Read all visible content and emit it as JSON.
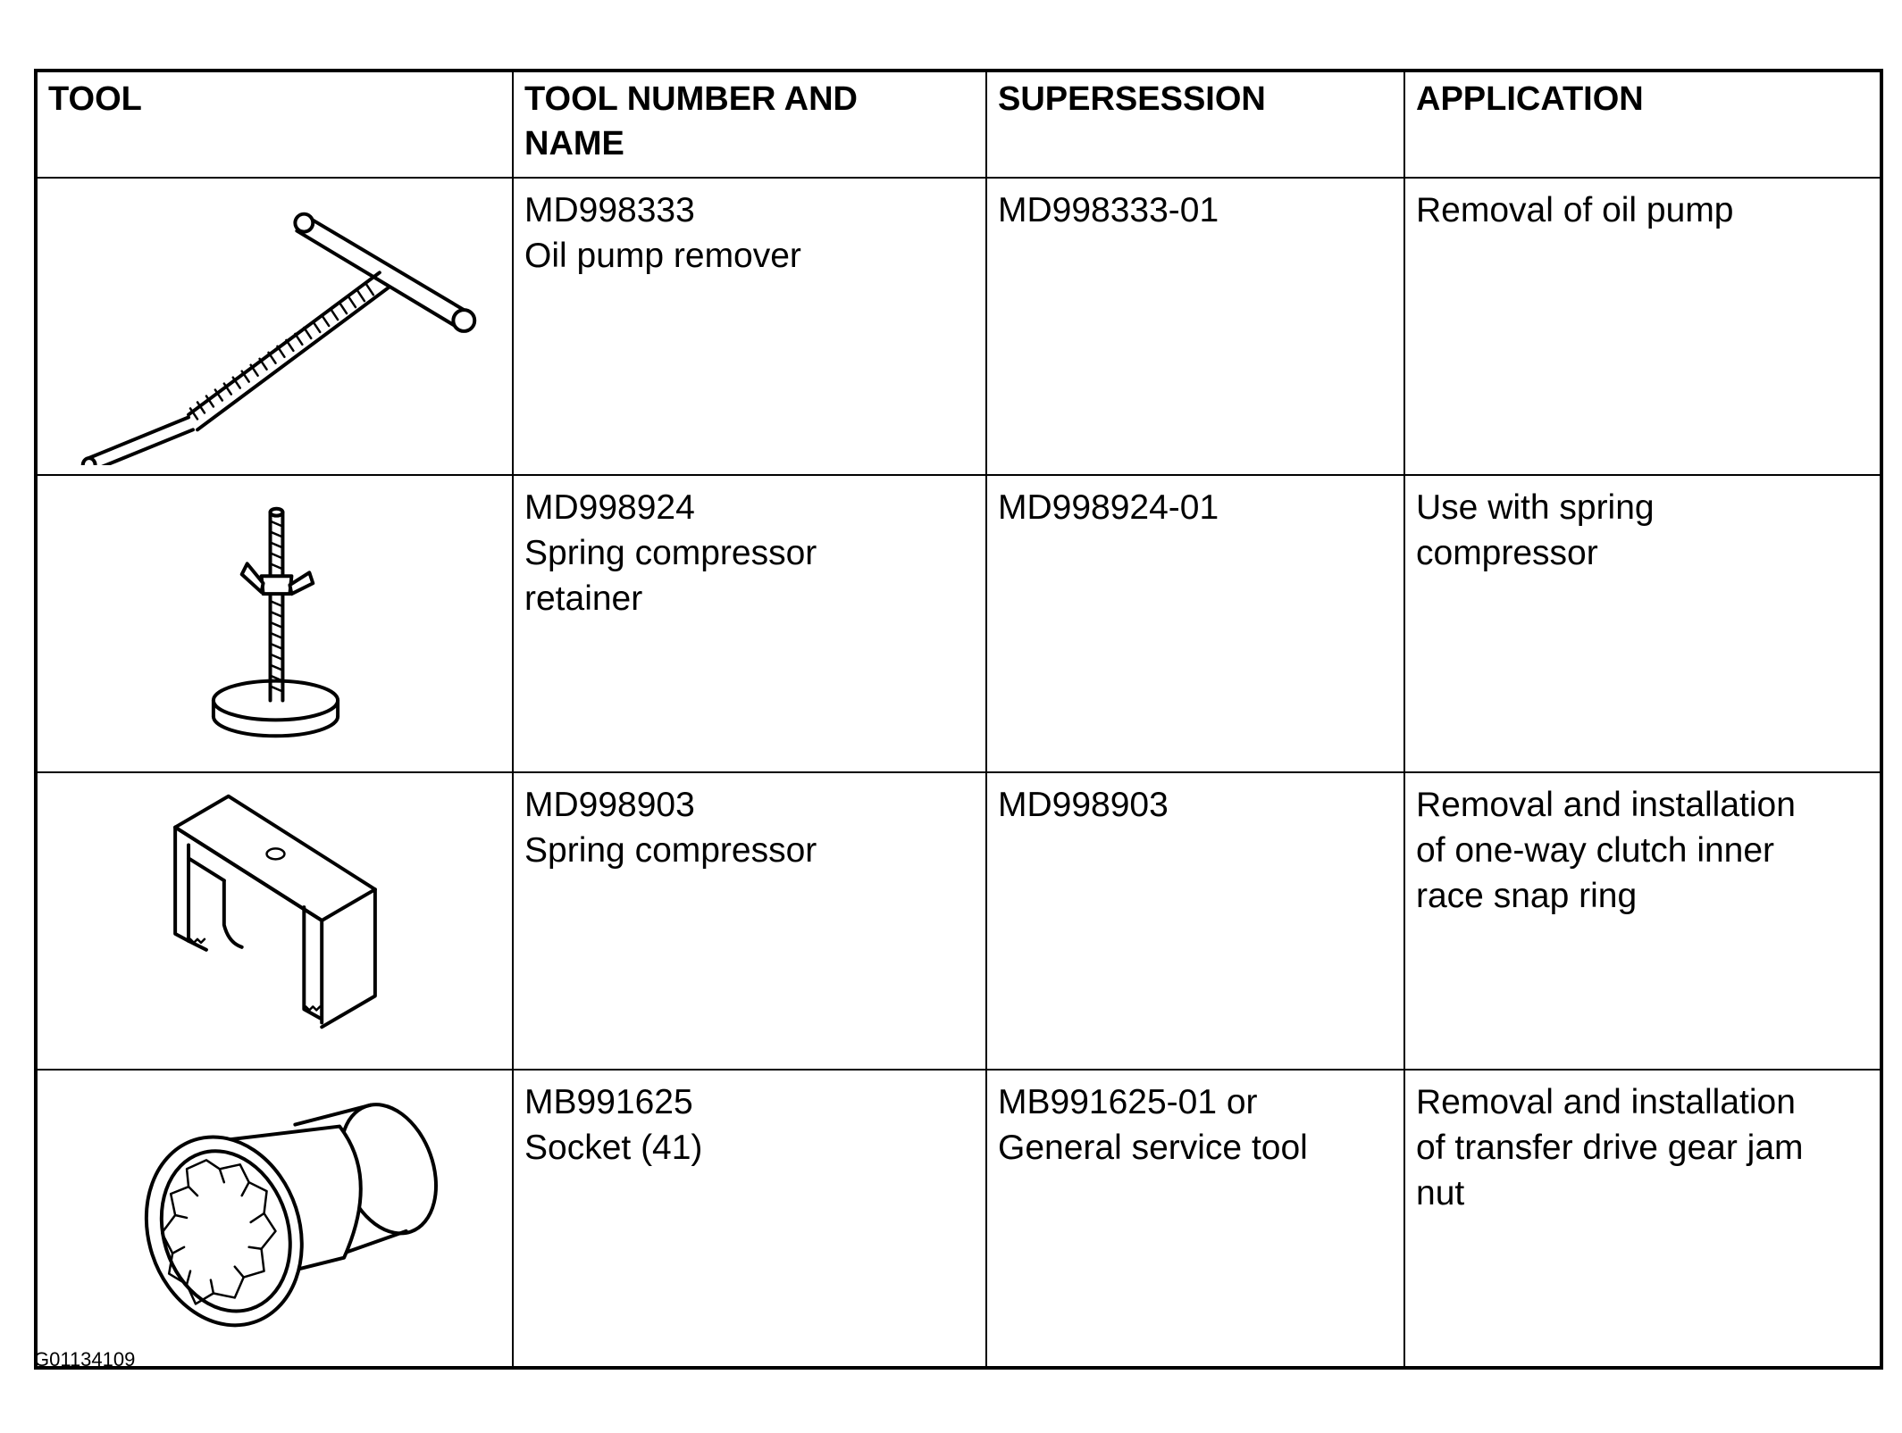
{
  "table": {
    "headers": [
      "TOOL",
      "TOOL NUMBER AND NAME",
      "SUPERSESSION",
      "APPLICATION"
    ],
    "rows": [
      {
        "tool_icon": "t-handle-puller-icon",
        "number": "MD998333",
        "name": "Oil pump remover",
        "supersession": [
          "MD998333-01"
        ],
        "application": [
          "Removal of oil pump"
        ]
      },
      {
        "tool_icon": "wing-nut-retainer-icon",
        "number": "MD998924",
        "name_lines": [
          "Spring compressor",
          "retainer"
        ],
        "supersession": [
          "MD998924-01"
        ],
        "application": [
          "Use with spring",
          "compressor"
        ]
      },
      {
        "tool_icon": "bracket-compressor-icon",
        "number": "MD998903",
        "name": "Spring compressor",
        "supersession": [
          "MD998903"
        ],
        "application": [
          "Removal and installation",
          "of one-way clutch inner",
          "race snap ring"
        ]
      },
      {
        "tool_icon": "socket-icon",
        "number": "MB991625",
        "name": "Socket (41)",
        "supersession": [
          "MB991625-01 or",
          "General service tool"
        ],
        "application": [
          "Removal and installation",
          "of transfer drive gear jam",
          "nut"
        ]
      }
    ]
  },
  "figure_code": "G01134109"
}
